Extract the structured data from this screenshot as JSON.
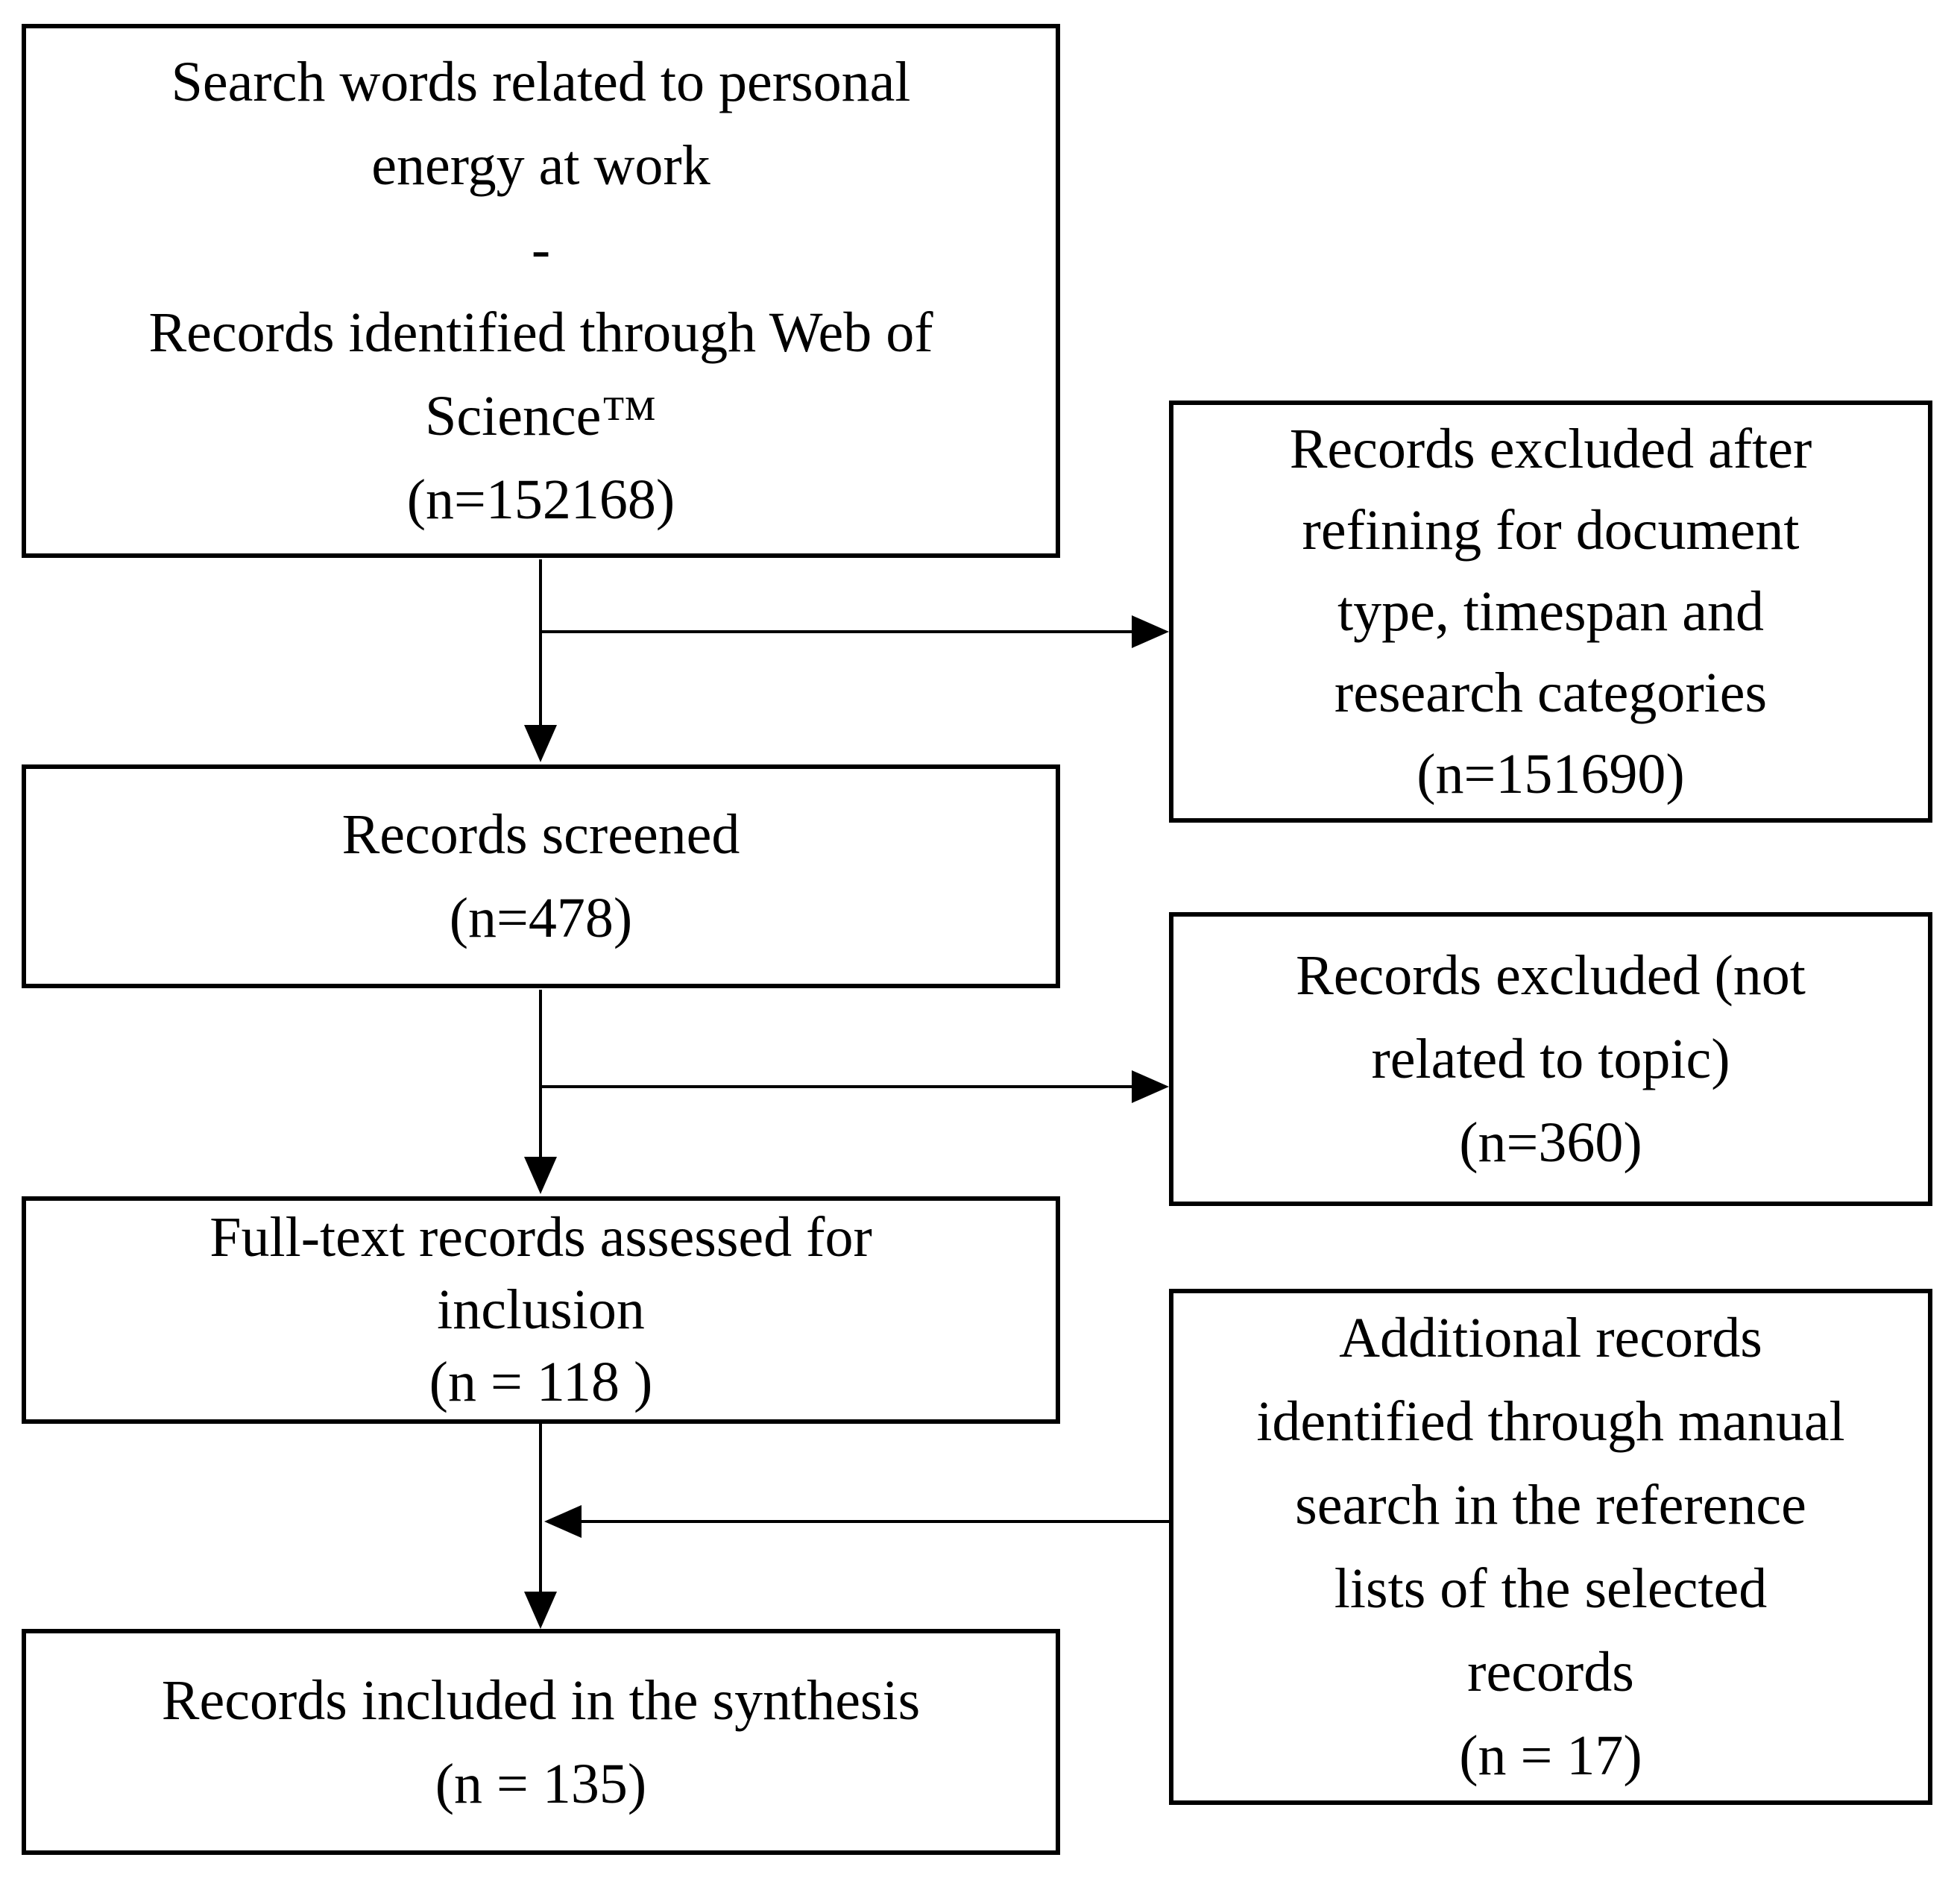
{
  "diagram_type": "flowchart",
  "colors": {
    "background": "#ffffff",
    "box_border": "#000000",
    "arrow": "#000000",
    "text": "#000000"
  },
  "nodes": {
    "identified": {
      "lines": [
        "Search words related to personal",
        "energy at work",
        "-",
        "Records identified through Web of",
        "Science™",
        "(n=152168)"
      ]
    },
    "excluded_refining": {
      "lines": [
        "Records excluded after",
        "refining for document",
        "type, timespan and",
        "research categories",
        "(n=151690)"
      ]
    },
    "screened": {
      "lines": [
        "Records screened",
        "(n=478)"
      ]
    },
    "excluded_topic": {
      "lines": [
        "Records excluded (not",
        "related to topic)",
        "(n=360)"
      ]
    },
    "fulltext_assessed": {
      "lines": [
        "Full-text records assessed for",
        "inclusion",
        "(n = 118 )"
      ]
    },
    "additional_manual": {
      "lines": [
        "Additional records",
        "identified through manual",
        "search in the reference",
        "lists of the selected",
        "records",
        "(n = 17)"
      ]
    },
    "included_synthesis": {
      "lines": [
        "Records included in the synthesis",
        "(n = 135)"
      ]
    }
  },
  "counts": {
    "identified": 152168,
    "excluded_refining": 151690,
    "screened": 478,
    "excluded_topic": 360,
    "fulltext_assessed": 118,
    "additional_manual": 17,
    "included_synthesis": 135
  },
  "edges": [
    {
      "from": "identified",
      "to": "screened"
    },
    {
      "from": "identified",
      "to": "excluded_refining"
    },
    {
      "from": "screened",
      "to": "fulltext_assessed"
    },
    {
      "from": "screened",
      "to": "excluded_topic"
    },
    {
      "from": "fulltext_assessed",
      "to": "included_synthesis"
    },
    {
      "from": "additional_manual",
      "to": "included_synthesis"
    }
  ]
}
